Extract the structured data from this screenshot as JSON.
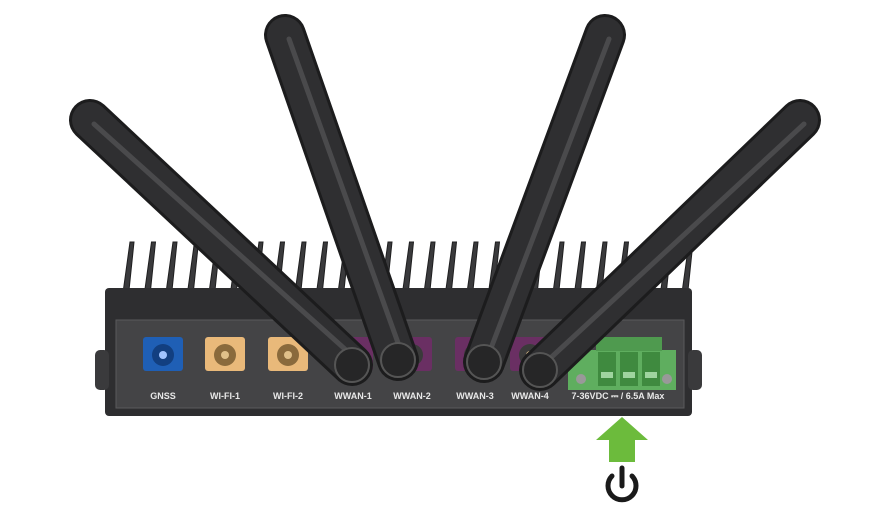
{
  "ports": [
    {
      "label": "GNSS",
      "color": "#1f5fb5"
    },
    {
      "label": "WI-FI-1",
      "color": "#e9b97a"
    },
    {
      "label": "WI-FI-2",
      "color": "#e9b97a"
    },
    {
      "label": "WWAN-1",
      "color": "#6a2f63"
    },
    {
      "label": "WWAN-2",
      "color": "#6a2f63"
    },
    {
      "label": "WWAN-3",
      "color": "#6a2f63"
    },
    {
      "label": "WWAN-4",
      "color": "#6a2f63"
    }
  ],
  "power": {
    "rating": "7-36VDC ⎓ / 6.5A Max",
    "connector_color": "#5fae5f",
    "arrow_color": "#6cbb3c"
  },
  "chassis_color": "#3c3c3e",
  "antenna_color": "#2f2f31"
}
